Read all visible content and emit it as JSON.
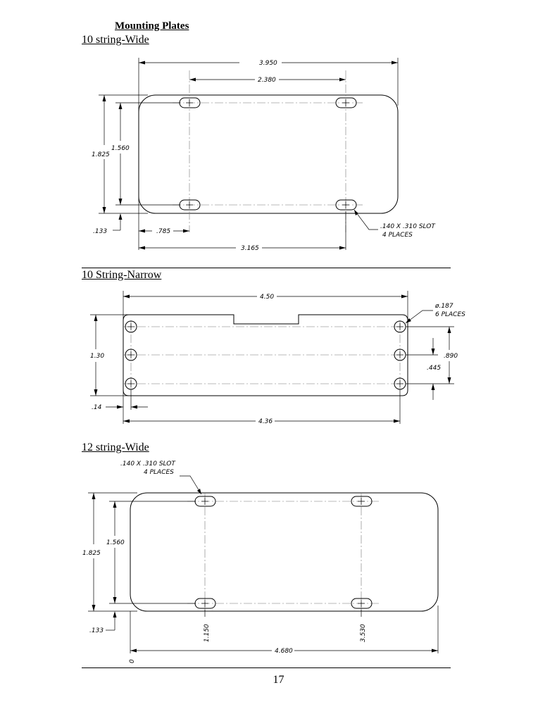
{
  "document": {
    "title": "Mounting Plates",
    "page_number": "17"
  },
  "sections": [
    {
      "heading": "10 string-Wide",
      "dims": {
        "overall_width": "3.950",
        "hole_spacing": "2.380",
        "height": "1.825",
        "hole_vertical": "1.560",
        "edge_offset": ".133",
        "left_hole": ".785",
        "right_hole": "3.165"
      },
      "note": {
        "line1": ".140  X  .310  SLOT",
        "line2": "4  PLACES"
      }
    },
    {
      "heading": "10 String-Narrow",
      "dims": {
        "overall_width": "4.50",
        "height": "1.30",
        "edge_offset": ".14",
        "hole_spacing": "4.36",
        "hole_vertical": ".890",
        "hole_half": ".445"
      },
      "note": {
        "line1": "ø.187",
        "line2": "6  PLACES"
      }
    },
    {
      "heading": "12 string-Wide",
      "dims": {
        "height": "1.825",
        "hole_vertical": "1.560",
        "edge_offset": ".133",
        "left_hole": "1.150",
        "right_hole": "3.530",
        "overall_width": "4.680",
        "origin": "0"
      },
      "note": {
        "line1": ".140  X  .310  SLOT",
        "line2": "4  PLACES"
      }
    }
  ]
}
